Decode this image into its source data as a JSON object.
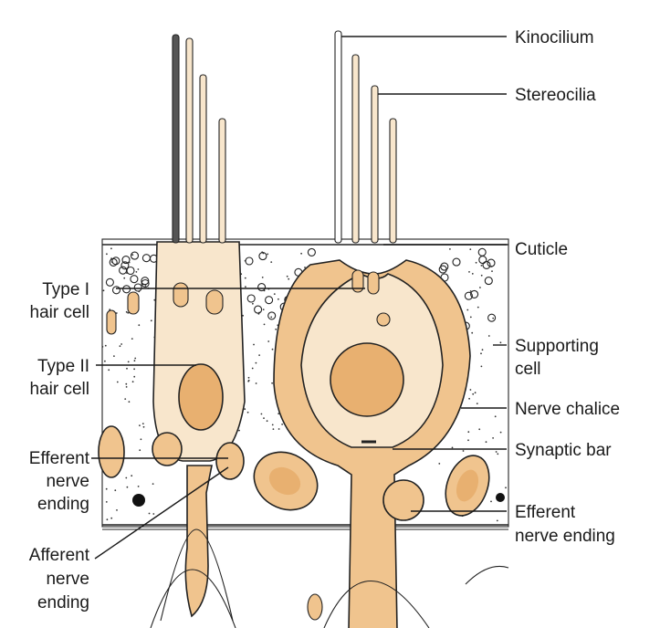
{
  "labels": {
    "kinocilium": "Kinocilium",
    "stereocilia": "Stereocilia",
    "cuticle": "Cuticle",
    "type1_line1": "Type I",
    "type1_line2": "hair cell",
    "supporting_line1": "Supporting",
    "supporting_line2": "cell",
    "type2_line1": "Type II",
    "type2_line2": "hair cell",
    "nerve_chalice": "Nerve chalice",
    "synaptic_bar": "Synaptic bar",
    "efferent_left_line1": "Efferent",
    "efferent_left_line2": "nerve",
    "efferent_left_line3": "ending",
    "efferent_right_line1": "Efferent",
    "efferent_right_line2": "nerve ending",
    "afferent_line1": "Afferent",
    "afferent_line2": "nerve",
    "afferent_line3": "ending"
  },
  "colors": {
    "cell_fill": "#f8e6cc",
    "nerve_fill": "#f0c48e",
    "nucleus_fill": "#e8b070",
    "ink": "#1a1a1a"
  }
}
